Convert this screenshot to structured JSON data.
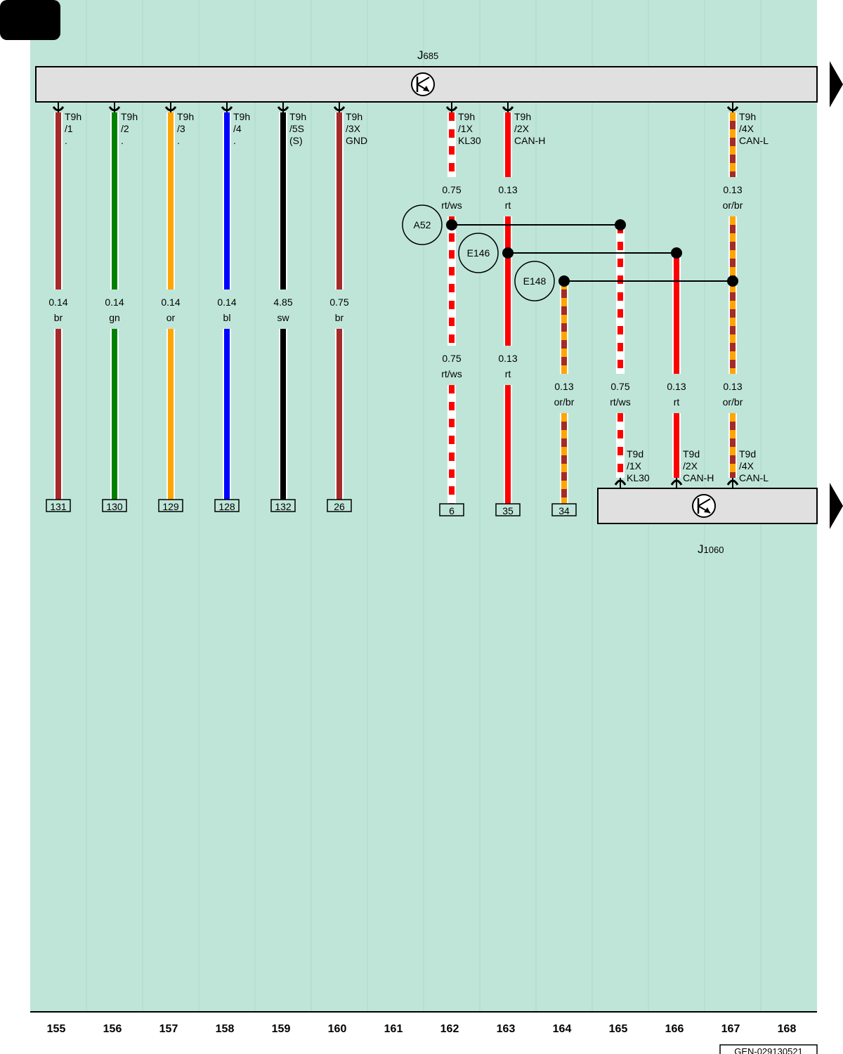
{
  "components": {
    "top": {
      "name": "J",
      "subscript": "685"
    },
    "bottom": {
      "name": "J",
      "subscript": "1060"
    }
  },
  "wires": [
    {
      "pin": [
        "T9h",
        "/1",
        "."
      ],
      "top": [
        "",
        ""
      ],
      "mid": [
        "0.14",
        "br"
      ],
      "bottom": [
        "",
        ""
      ],
      "terminal": "131",
      "colors": [
        "#a52a2a"
      ],
      "pattern": "solid"
    },
    {
      "pin": [
        "T9h",
        "/2",
        "."
      ],
      "top": [
        "",
        ""
      ],
      "mid": [
        "0.14",
        "gn"
      ],
      "bottom": [
        "",
        ""
      ],
      "terminal": "130",
      "colors": [
        "#008000"
      ],
      "pattern": "solid"
    },
    {
      "pin": [
        "T9h",
        "/3",
        "."
      ],
      "top": [
        "",
        ""
      ],
      "mid": [
        "0.14",
        "or"
      ],
      "bottom": [
        "",
        ""
      ],
      "terminal": "129",
      "colors": [
        "#ffa500"
      ],
      "pattern": "solid"
    },
    {
      "pin": [
        "T9h",
        "/4",
        "."
      ],
      "top": [
        "",
        ""
      ],
      "mid": [
        "0.14",
        "bl"
      ],
      "bottom": [
        "",
        ""
      ],
      "terminal": "128",
      "colors": [
        "#0000ff"
      ],
      "pattern": "solid"
    },
    {
      "pin": [
        "T9h",
        "/5S",
        "(S)"
      ],
      "top": [
        "",
        ""
      ],
      "mid": [
        "4.85",
        "sw"
      ],
      "bottom": [
        "",
        ""
      ],
      "terminal": "132",
      "colors": [
        "#000000"
      ],
      "pattern": "solid"
    },
    {
      "pin": [
        "T9h",
        "/3X",
        "GND"
      ],
      "top": [
        "",
        ""
      ],
      "mid": [
        "0.75",
        "br"
      ],
      "bottom": [
        "",
        ""
      ],
      "terminal": "26",
      "colors": [
        "#a52a2a"
      ],
      "pattern": "solid"
    },
    {
      "pin": [
        "T9h",
        "/1X",
        "KL30"
      ],
      "top": [
        "0.75",
        "rt/ws"
      ],
      "mid": [
        "",
        ""
      ],
      "bottom": [
        "0.75",
        "rt/ws"
      ],
      "terminal": "6",
      "colors": [
        "#ff0000",
        "#ffffff"
      ],
      "pattern": "striped"
    },
    {
      "pin": [
        "T9h",
        "/2X",
        "CAN-H"
      ],
      "top": [
        "0.13",
        "rt"
      ],
      "mid": [
        "",
        ""
      ],
      "bottom": [
        "0.13",
        "rt"
      ],
      "terminal": "35",
      "colors": [
        "#ff0000"
      ],
      "pattern": "solid"
    },
    {
      "pin": [
        "",
        "",
        ""
      ],
      "top": [
        "",
        ""
      ],
      "mid": [
        "",
        ""
      ],
      "bottom": [
        "0.13",
        "or/br"
      ],
      "terminal": "34",
      "colors": [
        "#ffa500",
        "#a52a2a"
      ],
      "pattern": "striped"
    },
    {
      "pin": [
        "T9d",
        "/1X",
        "KL30"
      ],
      "top": [
        "",
        ""
      ],
      "mid": [
        "",
        ""
      ],
      "bottom": [
        "0.75",
        "rt/ws"
      ],
      "terminal": "",
      "colors": [
        "#ff0000",
        "#ffffff"
      ],
      "pattern": "striped"
    },
    {
      "pin": [
        "T9d",
        "/2X",
        "CAN-H"
      ],
      "top": [
        "",
        ""
      ],
      "mid": [
        "",
        ""
      ],
      "bottom": [
        "0.13",
        "rt"
      ],
      "terminal": "",
      "colors": [
        "#ff0000"
      ],
      "pattern": "solid"
    },
    {
      "pin": [
        "T9h",
        "/4X",
        "CAN-L"
      ],
      "top": [
        "0.13",
        "or/br"
      ],
      "mid": [
        "",
        ""
      ],
      "bottom": [
        "0.13",
        "or/br"
      ],
      "terminal": "",
      "colors": [
        "#ffa500",
        "#a52a2a"
      ],
      "pattern": "striped"
    }
  ],
  "bottom_pins": [
    {
      "lines": [
        "T9d",
        "/1X",
        "KL30"
      ]
    },
    {
      "lines": [
        "T9d",
        "/2X",
        "CAN-H"
      ]
    },
    {
      "lines": [
        "T9d",
        "/4X",
        "CAN-L"
      ]
    }
  ],
  "splices": [
    "A52",
    "E146",
    "E148"
  ],
  "columns": [
    "155",
    "156",
    "157",
    "158",
    "159",
    "160",
    "161",
    "162",
    "163",
    "164",
    "165",
    "166",
    "167",
    "168"
  ],
  "reference": "GEN-029130521",
  "colors": {
    "background": "#bfe5d9",
    "component": "#e0e0e0"
  }
}
